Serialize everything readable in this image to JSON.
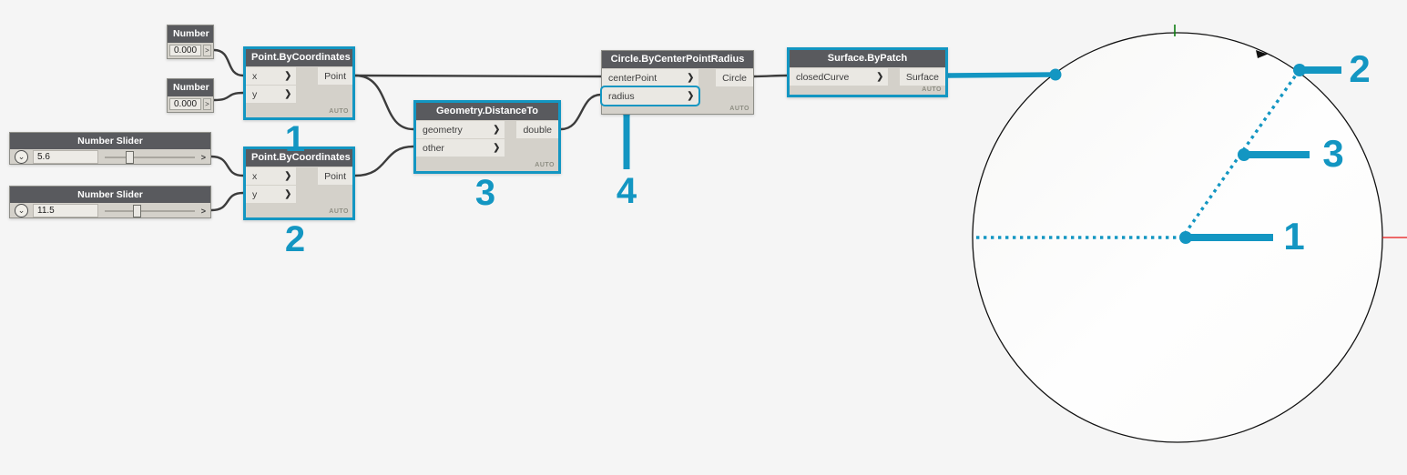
{
  "app": {
    "name": "Dynamo node graph with geometry preview"
  },
  "colors": {
    "accent_teal": "#1396c2",
    "wire_dark": "#3c3c3c",
    "node_header": "#595a5e",
    "node_body": "#d4d1ca",
    "port_box": "#eae8e3",
    "background": "#f5f5f5",
    "preview_curve": "#111111",
    "axis_x_red": "#e81414",
    "axis_y_green": "#0e7d12"
  },
  "ui": {
    "port_chevron": "❯",
    "small_chevron": ">",
    "slider_chevron": "⌄"
  },
  "nodes": {
    "number_x": {
      "title": "Number",
      "value": "0.000"
    },
    "number_y": {
      "title": "Number",
      "value": "0.000"
    },
    "slider_x": {
      "title": "Number Slider",
      "value": "5.6"
    },
    "slider_y": {
      "title": "Number Slider",
      "value": "11.5"
    },
    "point_by_coordinates_1": {
      "title": "Point.ByCoordinates",
      "inputs": [
        {
          "label": "x"
        },
        {
          "label": "y"
        }
      ],
      "output": "Point",
      "badge": "AUTO",
      "callout": "1"
    },
    "point_by_coordinates_2": {
      "title": "Point.ByCoordinates",
      "inputs": [
        {
          "label": "x"
        },
        {
          "label": "y"
        }
      ],
      "output": "Point",
      "badge": "AUTO",
      "callout": "2"
    },
    "geometry_distance_to": {
      "title": "Geometry.DistanceTo",
      "inputs": [
        {
          "label": "geometry"
        },
        {
          "label": "other"
        }
      ],
      "output": "double",
      "badge": "AUTO",
      "callout": "3"
    },
    "circle_by_center_point_radius": {
      "title": "Circle.ByCenterPointRadius",
      "inputs": [
        {
          "label": "centerPoint"
        },
        {
          "label": "radius"
        }
      ],
      "output": "Circle",
      "badge": "AUTO",
      "callout": "4"
    },
    "surface_by_patch": {
      "title": "Surface.ByPatch",
      "inputs": [
        {
          "label": "closedCurve"
        }
      ],
      "output": "Surface",
      "badge": "AUTO"
    }
  },
  "preview": {
    "callouts": [
      {
        "label": "1"
      },
      {
        "label": "2"
      },
      {
        "label": "3"
      }
    ]
  }
}
